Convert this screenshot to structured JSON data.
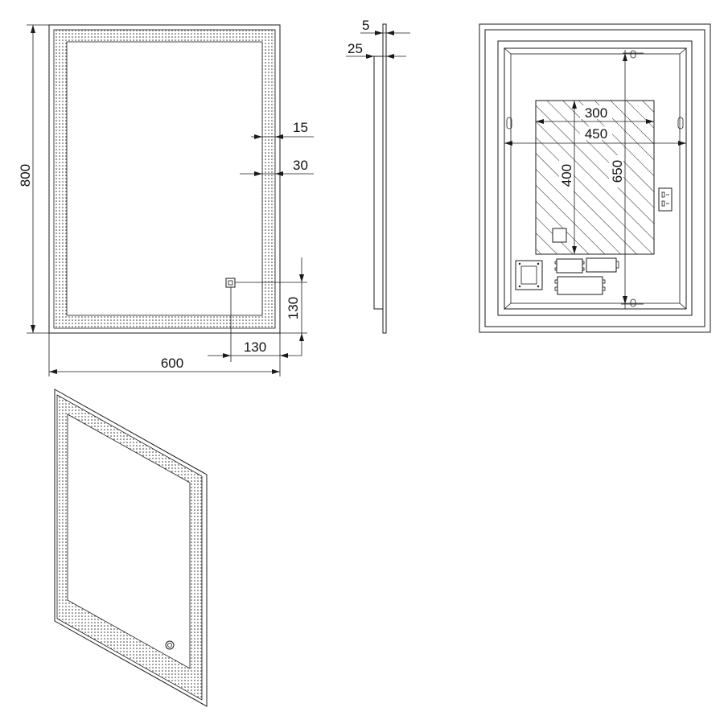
{
  "front_view": {
    "dimensions": {
      "height": "800",
      "width": "600",
      "frame_outer": "15",
      "frame_inner": "30",
      "switch_vertical": "130",
      "switch_horizontal": "130"
    }
  },
  "side_view": {
    "dimensions": {
      "glass_thickness": "5",
      "total_depth": "25"
    }
  },
  "back_view": {
    "dimensions": {
      "bracket_inner_width": "300",
      "bracket_outer_width": "450",
      "panel_height": "400",
      "hanger_spacing": "650"
    }
  },
  "colors": {
    "line": "#1a1a1a",
    "background": "#ffffff"
  }
}
